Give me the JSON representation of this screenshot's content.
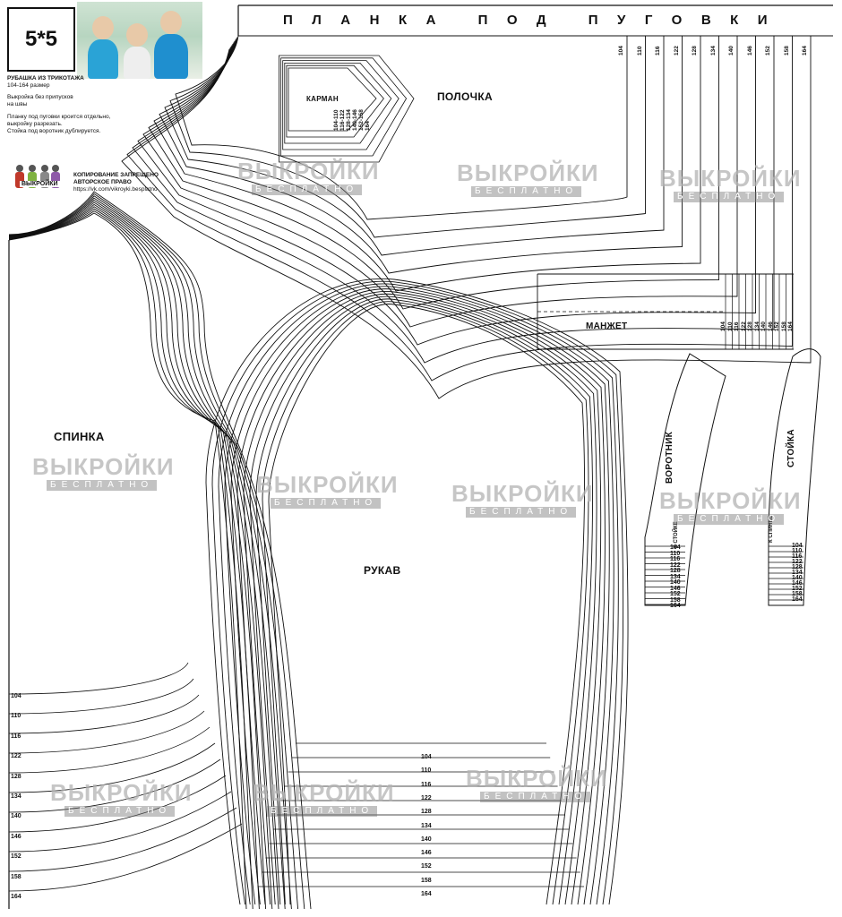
{
  "header": {
    "size_box": "5*5",
    "title_line1": "РУБАШКА ИЗ ТРИКОТАЖА",
    "title_line2": "104-164 размер",
    "note1_line1": "Выкройка без припусков",
    "note1_line2": "на швы",
    "note2_line1": "Планку под пуговки кроится отдельно,",
    "note2_line2": "выкройку разрезать.",
    "note2_line3": "Стойка под воротник дублируется.",
    "copy_line1": "КОПИРОВАНИЕ ЗАПРЕЩЕНО",
    "copy_line2": "АВТОРСКОЕ ПРАВО",
    "copy_line3": "https://vk.com/vikroyki.besplatno",
    "logo_caption": "ВЫКРОЙКИ"
  },
  "pieces": {
    "planka": "ПЛАНКА ПОД ПУГОВКИ",
    "polochka": "ПОЛОЧКА",
    "karman": "КАРМАН",
    "spinka": "СПИНКА",
    "rukav": "РУКАВ",
    "manzhet": "МАНЖЕТ",
    "vorotnik": "ВОРОТНИК",
    "stoika": "СТОЙКА",
    "k_stoike": "К СТОЙКЕ",
    "k_spinke": "К СПИНКЕ"
  },
  "sizes": [
    "104",
    "110",
    "116",
    "122",
    "128",
    "134",
    "140",
    "146",
    "152",
    "158",
    "164"
  ],
  "pocket_sizes": [
    "104-110",
    "116-122",
    "128-134",
    "140-146",
    "152-158",
    "164"
  ],
  "watermark": {
    "main": "ВЫКРОЙКИ",
    "sub": "БЕСПЛАТНО"
  }
}
